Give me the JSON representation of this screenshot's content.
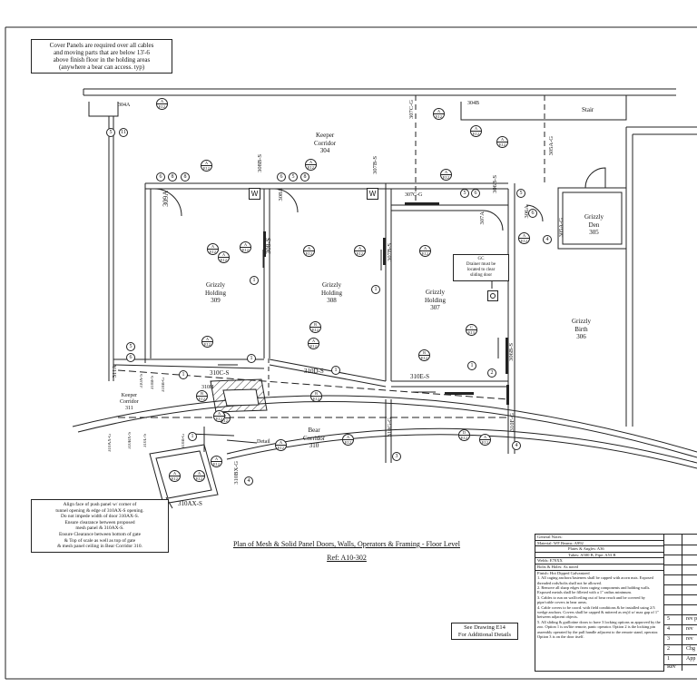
{
  "notes": {
    "cover_panel": [
      "Cover Panels are required over all cables",
      "and moving parts that are below 13'-6",
      "above finish floor in the holding areas",
      "(anywhere a bear can access. typ)"
    ],
    "gc_note": [
      "GC",
      "Drainer must be",
      "located to clear",
      "sliding door"
    ],
    "align_note": [
      "Align face of push panel w/ corner of",
      "tunnel opening & edge of 310AX-S opening.",
      "Do not impede width of door 310AX-S.",
      "Ensure clearance between proposed",
      "mesh panel & 310AX-S.",
      "Ensure Clearance between bottom of gate",
      "& Top of scale as well as top of gate",
      "& mesh panel ceiling in Bear Corridor 310."
    ],
    "see_drawing": [
      "See Drawing E14",
      "For Additional Details"
    ],
    "detail": "Detail"
  },
  "title_block": {
    "plan_title": "Plan of Mesh & Solid Panel Doors, Walls, Operators & Framing - Floor Level",
    "ref": "Ref: A10-302"
  },
  "rooms": {
    "keeper_corridor_304": [
      "Keeper",
      "Corridor",
      "304"
    ],
    "stair": "Stair",
    "grizzly_den": [
      "Grizzly",
      "Den",
      "305"
    ],
    "grizzly_birth": [
      "Grizzly",
      "Birth",
      "306"
    ],
    "holding_309": [
      "Grizzly",
      "Holding",
      "309"
    ],
    "holding_308": [
      "Grizzly",
      "Holding",
      "308"
    ],
    "holding_307": [
      "Grizzly",
      "Holding",
      "307"
    ],
    "keeper_corridor_311": [
      "Keeper",
      "Corridor",
      "311"
    ],
    "bear_corridor_310": [
      "Bear",
      "Corridor",
      "310"
    ]
  },
  "door_labels": {
    "d304A": "304A",
    "d304B": "304B",
    "d307CG_top": "307C-G",
    "d305AG": "305A-G",
    "d308BS": "308B-S",
    "d307BS_top": "307B-S",
    "d306BS": "306B-S",
    "d309A": "309A",
    "d308A": "308A",
    "d307CG": "307C-G",
    "d307A": "307A",
    "d306A": "306A",
    "d305AG2": "305A-G",
    "d308S": "308-S",
    "d307S": "307B-S",
    "d306BS2": "306B-S",
    "d311A": "311A",
    "d310CS": "310C-S",
    "d310DS": "310D-S",
    "d310ES": "310E-S",
    "d310GG": "310G-G",
    "d310FG": "310F-G",
    "d310BXG": "310BX-G",
    "d310AXS": "310AX-S",
    "d311k1": "310A-S",
    "d311k2": "310B-S",
    "d310K3": "310B-G",
    "d310AXG": "310AX-G",
    "d310BXS": "310BX-S",
    "d310LS": "310L-S",
    "d310BG": "310B-G",
    "d310h": "310H"
  },
  "markers": {
    "w": "W",
    "bubbles": [
      "5",
      "11",
      "6",
      "8",
      "8",
      "6",
      "5",
      "8",
      "5",
      "6",
      "5",
      "6",
      "4",
      "1",
      "1",
      "1",
      "1",
      "1",
      "1",
      "5",
      "6",
      "1",
      "2",
      "3",
      "4",
      "4"
    ],
    "tags": [
      [
        "A",
        "E12"
      ],
      [
        "A",
        "E12"
      ],
      [
        "A",
        "E12"
      ],
      [
        "A",
        "E12"
      ],
      [
        "A",
        "E12"
      ],
      [
        "A",
        "E12"
      ],
      [
        "A",
        "E12"
      ],
      [
        "A",
        "E12"
      ],
      [
        "A",
        "E12"
      ],
      [
        "A",
        "E12"
      ],
      [
        "B",
        "E12"
      ],
      [
        "B",
        "E12"
      ],
      [
        "C",
        "E13"
      ],
      [
        "A",
        "E12"
      ],
      [
        "A",
        "E12"
      ],
      [
        "A",
        "E12"
      ],
      [
        "D",
        "E12"
      ],
      [
        "A",
        "E12"
      ],
      [
        "A",
        "E12"
      ],
      [
        "A",
        "E12"
      ],
      [
        "A",
        "E12"
      ],
      [
        "A",
        "E12"
      ],
      [
        "B",
        "E12"
      ],
      [
        "A",
        "E12"
      ],
      [
        "A",
        "E12"
      ],
      [
        "B",
        "E12"
      ],
      [
        "A",
        "E12"
      ],
      [
        "A",
        "E12"
      ],
      [
        "A",
        "E12"
      ],
      [
        "A",
        "E12"
      ]
    ]
  },
  "general_notes": {
    "header": "General Notes:",
    "rows": [
      "Material: WF Beams: A992",
      "Plates & Angles: A36",
      "Tubes: A500 B, Pipe: A53 B",
      "Welds: E70XX",
      "Bolts & Holes: As noted",
      "Finish: Hot Dipped Galvanized"
    ],
    "paragraphs": [
      "1. All caging anchors/fasteners shall be capped with acorn nuts. Exposed threaded rods/bolts shall not be allowed.",
      "2. Remove all sharp edges from caging components and holding walls. Exposed metals shall be filleted with a 1\" radius minimum.",
      "3. Cables to run on wall/ceiling out of bear reach and be covered by pipe/cable covers in bear areas.",
      "4. Cable covers to be coord. with field conditions & be installed using 2/3 wedge anchors. Covers shall be capped & mitered as req'd w/ max gap of 1\" between adjacent objects.",
      "5. All sliding & guillotine doors to have 3 locking options as approved by the zoo. Option 1 is on/lite remote, panic operator. Option 2 is the locking pin assembly operated by the pull handle adjacent to the remote stand, operator. Option 3 is on the door itself."
    ]
  },
  "revisions": {
    "rows": [
      {
        "num": "5",
        "desc": "rev p"
      },
      {
        "num": "4",
        "desc": "rev"
      },
      {
        "num": "3",
        "desc": "rev"
      },
      {
        "num": "2",
        "desc": "Chg"
      },
      {
        "num": "1",
        "desc": "App"
      }
    ],
    "header": "Rev"
  }
}
